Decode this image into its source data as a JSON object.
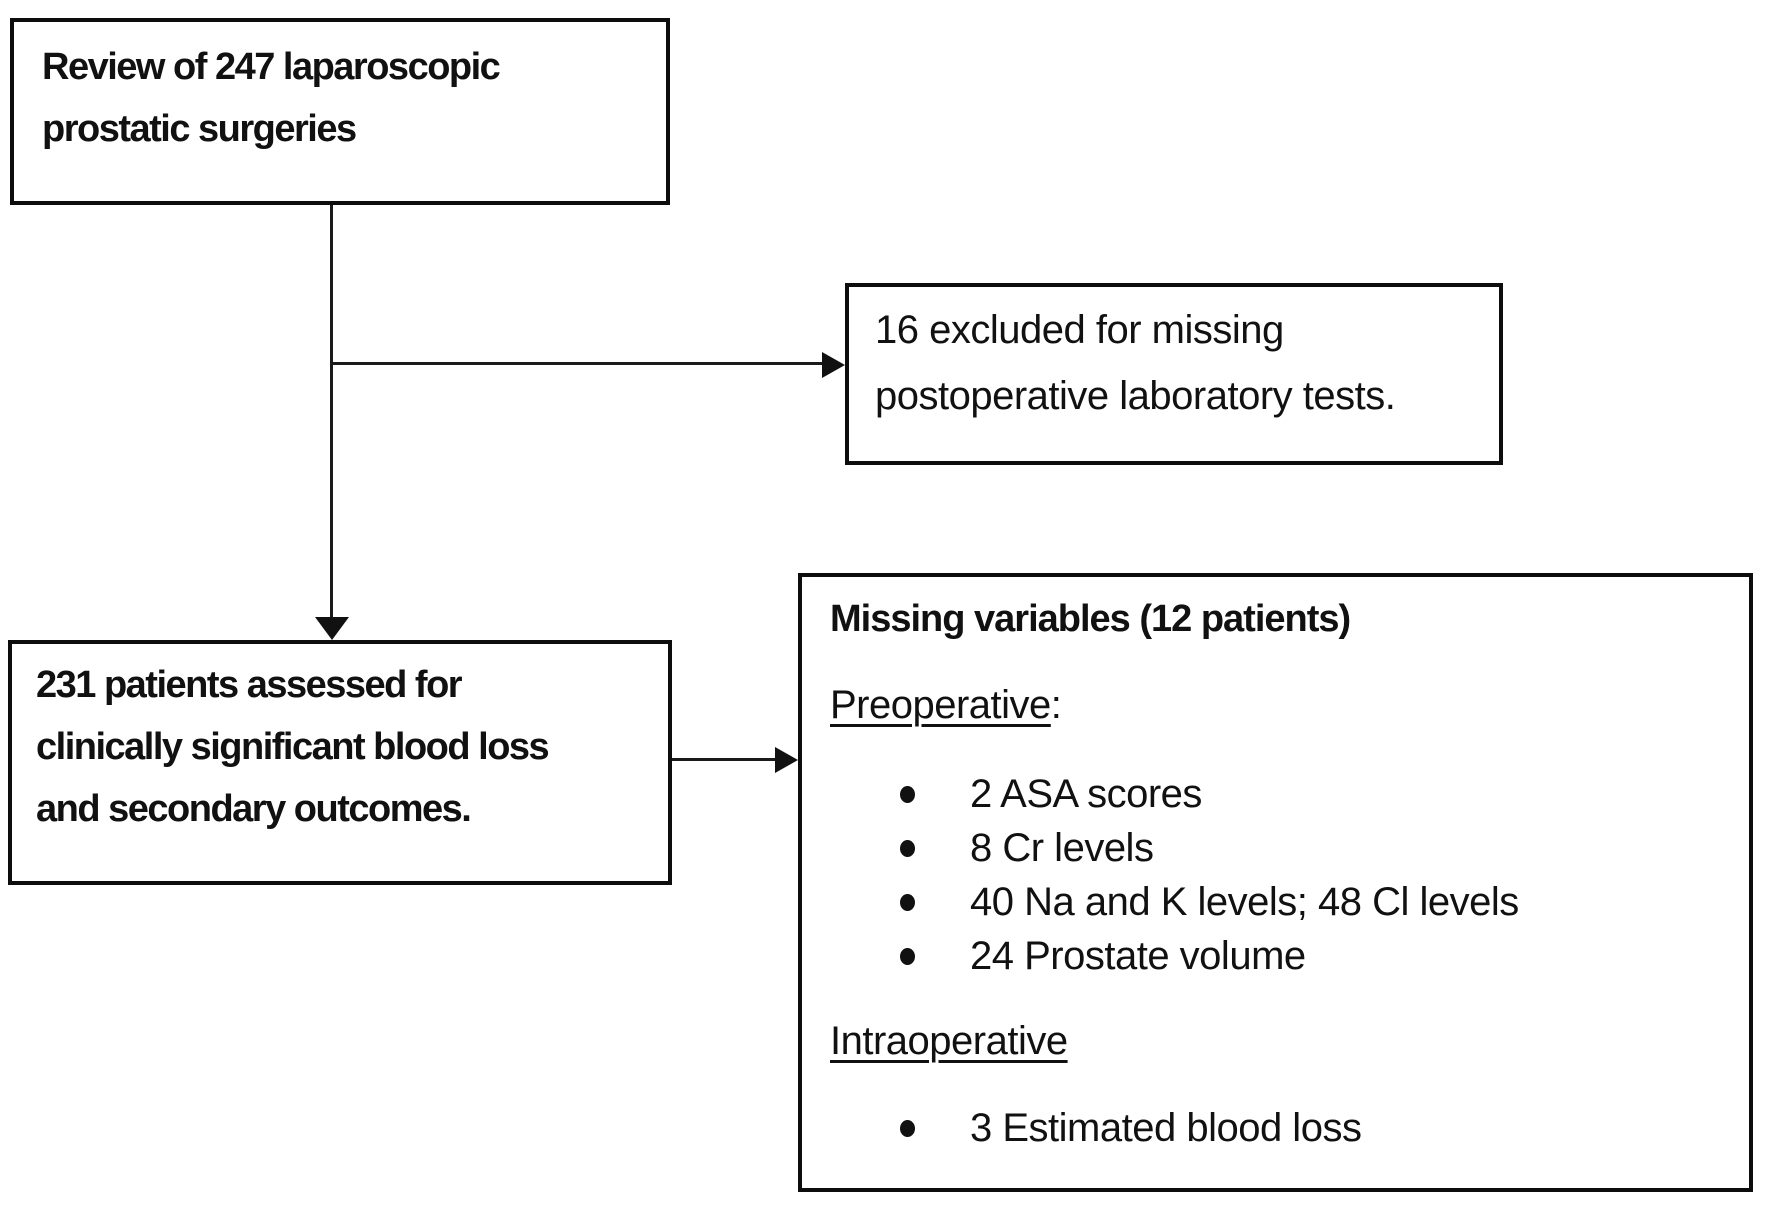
{
  "figure": {
    "background": "#ffffff",
    "line_color": "#111111",
    "text_color": "#111111"
  },
  "boxes": {
    "review": {
      "lines": [
        "Review of 247 laparoscopic",
        "prostatic surgeries"
      ]
    },
    "excluded": {
      "lines": [
        "16 excluded for missing",
        "postoperative laboratory tests."
      ]
    },
    "assessed": {
      "lines": [
        "231 patients assessed for",
        "clinically significant blood loss",
        "and secondary outcomes."
      ]
    },
    "missing": {
      "title": "Missing variables (12 patients)",
      "sections": [
        {
          "heading": "Preoperative",
          "suffix": ":",
          "bullets": [
            "2 ASA scores",
            "8 Cr levels",
            "40 Na and K levels; 48 Cl levels",
            "24 Prostate volume"
          ]
        },
        {
          "heading": "Intraoperative",
          "suffix": "",
          "bullets": [
            "3 Estimated blood loss"
          ]
        }
      ]
    }
  }
}
